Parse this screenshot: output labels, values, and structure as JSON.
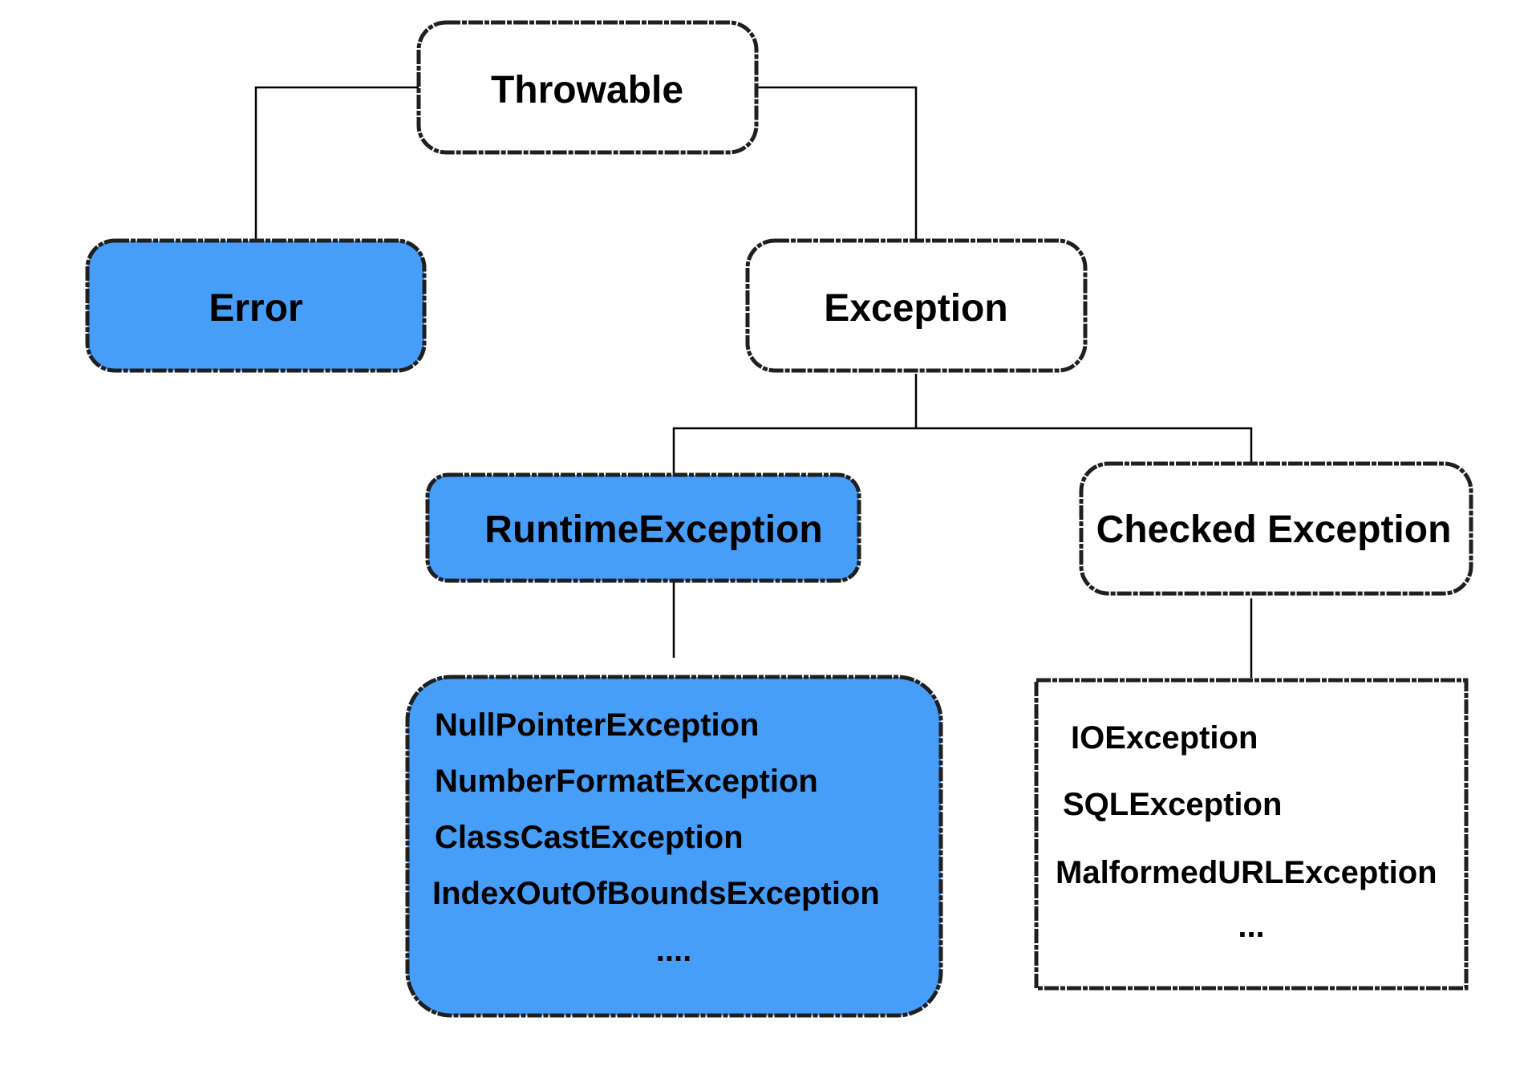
{
  "colors": {
    "unchecked_fill": "#479ef8",
    "default_fill": "#ffffff",
    "outline": "#1f1f1f",
    "connector": "#000000"
  },
  "nodes": {
    "throwable": {
      "label": "Throwable"
    },
    "error": {
      "label": "Error"
    },
    "exception": {
      "label": "Exception"
    },
    "runtime_exception": {
      "label": "RuntimeException"
    },
    "checked_exception": {
      "label": "Checked Exception"
    }
  },
  "runtime_examples": {
    "items": [
      "NullPointerException",
      "NumberFormatException",
      "ClassCastException",
      "IndexOutOfBoundsException",
      "...."
    ]
  },
  "checked_examples": {
    "items": [
      "IOException",
      "SQLException",
      "MalformedURLException",
      "..."
    ]
  }
}
